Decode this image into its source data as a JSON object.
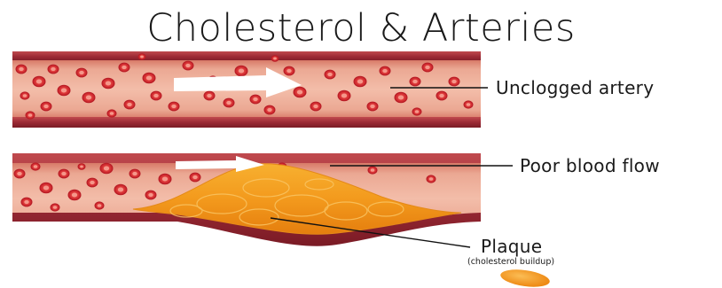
{
  "title": "Cholesterol & Arteries",
  "labels": {
    "unclogged": "Unclogged artery",
    "poor_flow": "Poor blood flow",
    "plaque": "Plaque",
    "plaque_sub": "(cholesterol buildup)"
  },
  "colors": {
    "artery_wall": "#a2303a",
    "artery_wall_edge": "#6e1a22",
    "lumen": "#e79a86",
    "lumen_light": "#f2b9a6",
    "blood_cell": "#d9272e",
    "blood_cell_center": "#f07a6c",
    "plaque": "#f39a1d",
    "plaque_light": "#fbc15a",
    "arrow": "#ffffff"
  }
}
